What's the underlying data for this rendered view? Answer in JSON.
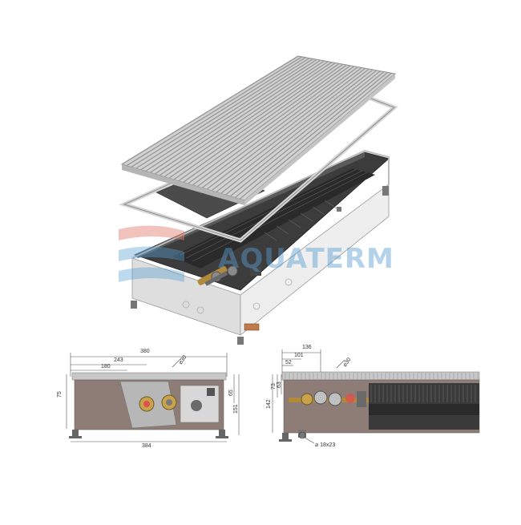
{
  "watermark": {
    "text": "AQUATERM",
    "color": "#5a9fd4"
  },
  "colors": {
    "steel": "#c9c9c9",
    "frame_dark": "#4a4a4a",
    "body_light": "#e6e6e6",
    "accent_red": "#d9534f",
    "accent_blue": "#5a9fd4"
  },
  "section_left": {
    "dims": {
      "w380": "380",
      "w243": "243",
      "w180": "180",
      "d30": "⌀30",
      "h75": "75",
      "h65": "65",
      "h151": "151",
      "w384": "384"
    }
  },
  "section_right": {
    "dims": {
      "w136": "136",
      "w101": "101",
      "w52": "52",
      "d30": "⌀30",
      "h73": "73",
      "h63": "63",
      "h142": "142",
      "d18x23": "⌀ 18x23"
    }
  }
}
